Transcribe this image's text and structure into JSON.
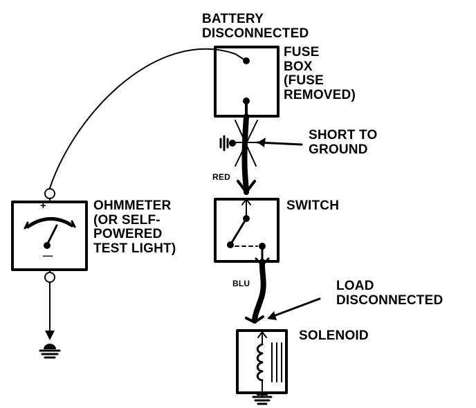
{
  "labels": {
    "battery": [
      "BATTERY",
      "DISCONNECTED"
    ],
    "fuse_box": [
      "FUSE",
      "BOX",
      "(FUSE",
      "REMOVED)"
    ],
    "short_to_ground": [
      "SHORT TO",
      "GROUND"
    ],
    "red_wire": "RED",
    "switch": "SWITCH",
    "ohmmeter": [
      "OHMMETER",
      "(OR SELF-",
      "POWERED",
      "TEST LIGHT)"
    ],
    "blu_wire": "BLU",
    "load": [
      "LOAD",
      "DISCONNECTED"
    ],
    "solenoid": "SOLENOID"
  },
  "meter": {
    "plus": "+",
    "minus": "—"
  },
  "colors": {
    "ink": "#000000",
    "background": "#ffffff"
  }
}
